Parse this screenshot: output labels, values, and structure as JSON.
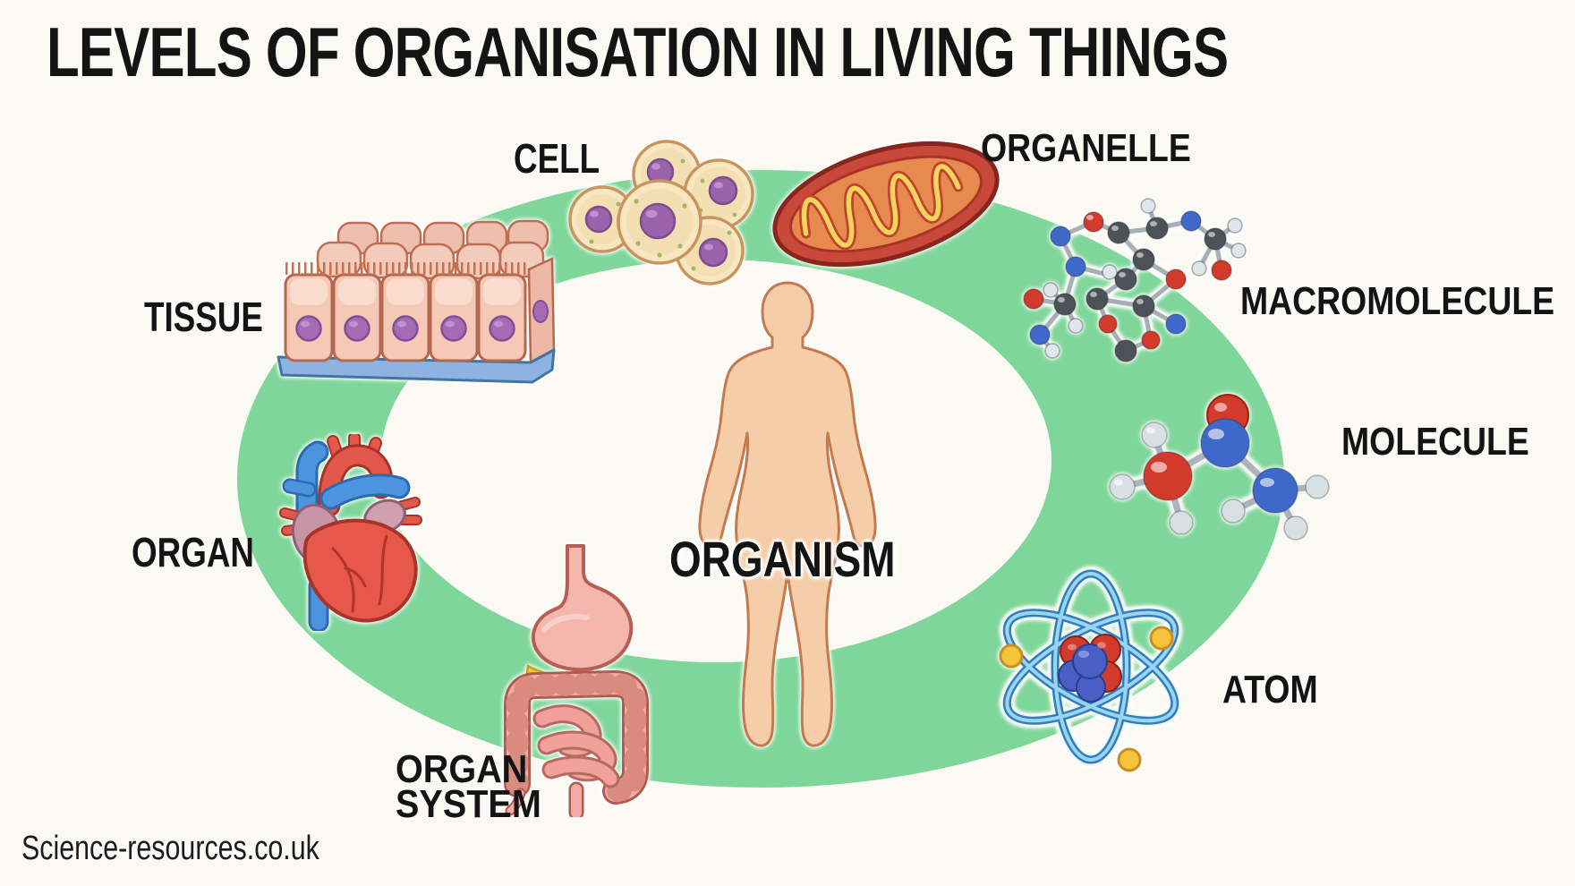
{
  "title": "LEVELS OF ORGANISATION IN LIVING THINGS",
  "watermark": "Science-resources.co.uk",
  "colors": {
    "background": "#FAF9F3",
    "ring_green": "#7ED69A",
    "label_text": "#141414"
  },
  "levels": {
    "cell": {
      "label": "CELL",
      "illustration": "cell-cluster-illustration"
    },
    "organelle": {
      "label": "ORGANELLE",
      "illustration": "mitochondrion-illustration"
    },
    "macromolecule": {
      "label": "MACROMOLECULE",
      "illustration": "macromolecule-ball-and-stick-illustration"
    },
    "molecule": {
      "label": "MOLECULE",
      "illustration": "molecule-ball-and-stick-illustration"
    },
    "atom": {
      "label": "ATOM",
      "illustration": "atom-orbital-illustration"
    },
    "organism": {
      "label": "ORGANISM",
      "illustration": "human-body-illustration"
    },
    "organ_system": {
      "label": "ORGAN SYSTEM",
      "label_line1": "ORGAN",
      "label_line2": "SYSTEM",
      "illustration": "digestive-system-illustration"
    },
    "organ": {
      "label": "ORGAN",
      "illustration": "heart-illustration"
    },
    "tissue": {
      "label": "TISSUE",
      "illustration": "epithelial-tissue-illustration"
    }
  }
}
